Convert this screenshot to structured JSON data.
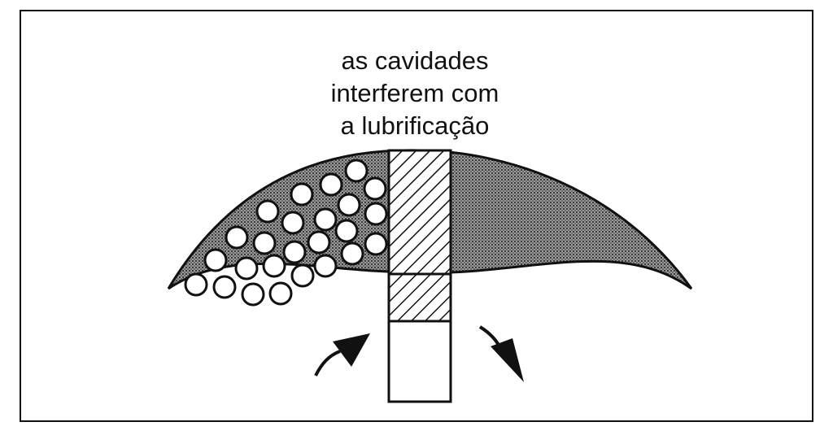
{
  "caption": {
    "lines": [
      "as cavidades",
      "interferem com",
      "a lubrificação"
    ]
  },
  "colors": {
    "ink": "#111111",
    "background": "#ffffff",
    "stipple": "#8a8a8a"
  },
  "icons": [
    "arrow-left-curved-icon",
    "arrow-right-curved-icon"
  ]
}
